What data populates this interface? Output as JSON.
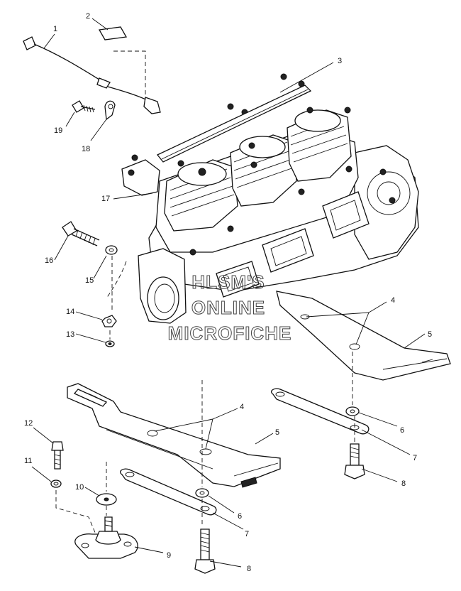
{
  "callouts": [
    {
      "id": "c1",
      "text": "1"
    },
    {
      "id": "c2",
      "text": "2"
    },
    {
      "id": "c3",
      "text": "3"
    },
    {
      "id": "c4a",
      "text": "4"
    },
    {
      "id": "c4b",
      "text": "4"
    },
    {
      "id": "c5a",
      "text": "5"
    },
    {
      "id": "c5b",
      "text": "5"
    },
    {
      "id": "c6a",
      "text": "6"
    },
    {
      "id": "c6b",
      "text": "6"
    },
    {
      "id": "c7a",
      "text": "7"
    },
    {
      "id": "c7b",
      "text": "7"
    },
    {
      "id": "c8a",
      "text": "8"
    },
    {
      "id": "c8b",
      "text": "8"
    },
    {
      "id": "c9",
      "text": "9"
    },
    {
      "id": "c10",
      "text": "10"
    },
    {
      "id": "c11",
      "text": "11"
    },
    {
      "id": "c12",
      "text": "12"
    },
    {
      "id": "c13",
      "text": "13"
    },
    {
      "id": "c14",
      "text": "14"
    },
    {
      "id": "c15",
      "text": "15"
    },
    {
      "id": "c16",
      "text": "16"
    },
    {
      "id": "c17",
      "text": "17"
    },
    {
      "id": "c18",
      "text": "18"
    },
    {
      "id": "c19",
      "text": "19"
    }
  ],
  "watermark": {
    "line1": "HLSM'S",
    "line2": "ONLINE",
    "line3": "MICROFICHE"
  }
}
